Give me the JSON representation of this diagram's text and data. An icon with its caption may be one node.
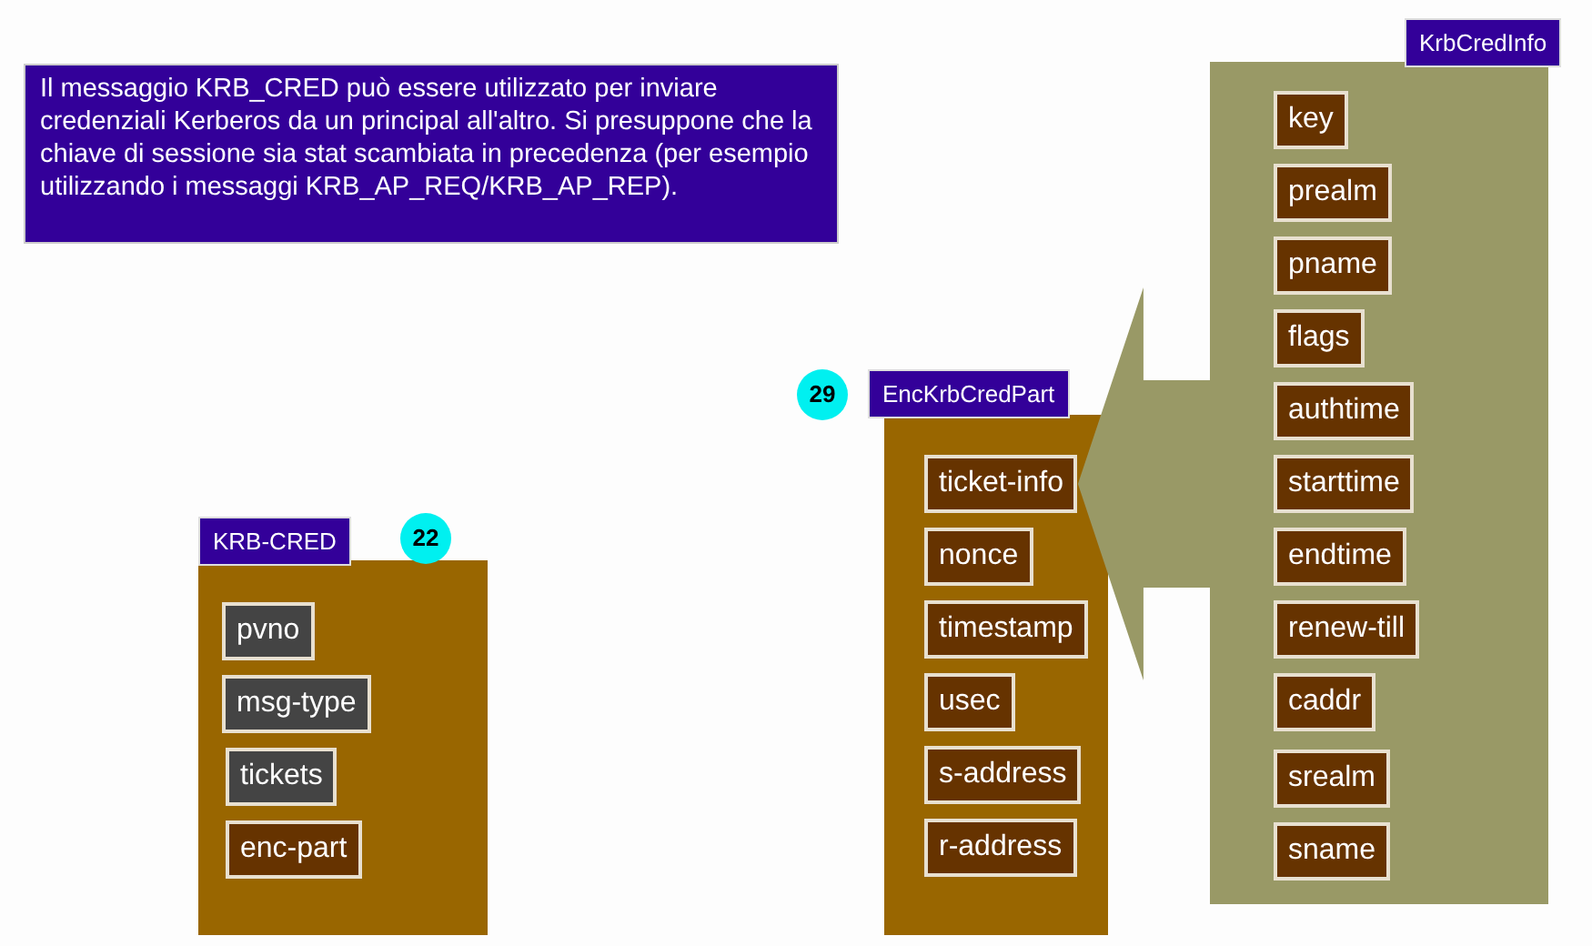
{
  "diagram": {
    "nodes": [
      {
        "text": [
          "Il messaggio KRB_CRED può essere utilizzato per inviare credenziali Kerberos da un principal all'altro. Si presuppone che la chiave di sessione sia stat scambiata in precedenza (per esempio utilizzando i messaggi KRB_AP_REQ/KRB_AP_REP)."
        ]
      },
      {
        "text": [
          "KrbCredInfo"
        ]
      },
      {
        "text": [
          "key"
        ],
        "in": 1
      },
      {
        "text": [
          "prealm"
        ],
        "in": 1
      },
      {
        "text": [
          "pname"
        ],
        "in": 1
      },
      {
        "text": [
          "flags"
        ],
        "in": 1
      },
      {
        "text": [
          "authtime"
        ],
        "in": 1
      },
      {
        "text": [
          "starttime"
        ],
        "in": 1
      },
      {
        "text": [
          "endtime"
        ],
        "in": 1
      },
      {
        "text": [
          "renew-till"
        ],
        "in": 1
      },
      {
        "text": [
          "caddr"
        ],
        "in": 1
      },
      {
        "text": [
          "srealm"
        ],
        "in": 1
      },
      {
        "text": [
          "sname"
        ],
        "in": 1
      },
      {
        "text": [
          "29"
        ]
      },
      {
        "text": [
          "EncKrbCredPart"
        ]
      },
      {
        "text": [
          "ticket-info"
        ],
        "in": 14
      },
      {
        "text": [
          "nonce"
        ],
        "in": 14
      },
      {
        "text": [
          "timestamp"
        ],
        "in": 14
      },
      {
        "text": [
          "usec"
        ],
        "in": 14
      },
      {
        "text": [
          "s-address"
        ],
        "in": 14
      },
      {
        "text": [
          "r-address"
        ],
        "in": 14
      },
      {
        "text": [
          "KRB-CRED"
        ]
      },
      {
        "text": [
          "22"
        ]
      },
      {
        "text": [
          "pvno"
        ],
        "in": 21
      },
      {
        "text": [
          "msg-type"
        ],
        "in": 21
      },
      {
        "text": [
          "tickets"
        ],
        "in": 21
      },
      {
        "text": [
          "enc-part"
        ],
        "in": 21
      }
    ],
    "edges": [
      {
        "from": 1,
        "to": 15,
        "arrow": "to",
        "style": "thick"
      }
    ]
  }
}
